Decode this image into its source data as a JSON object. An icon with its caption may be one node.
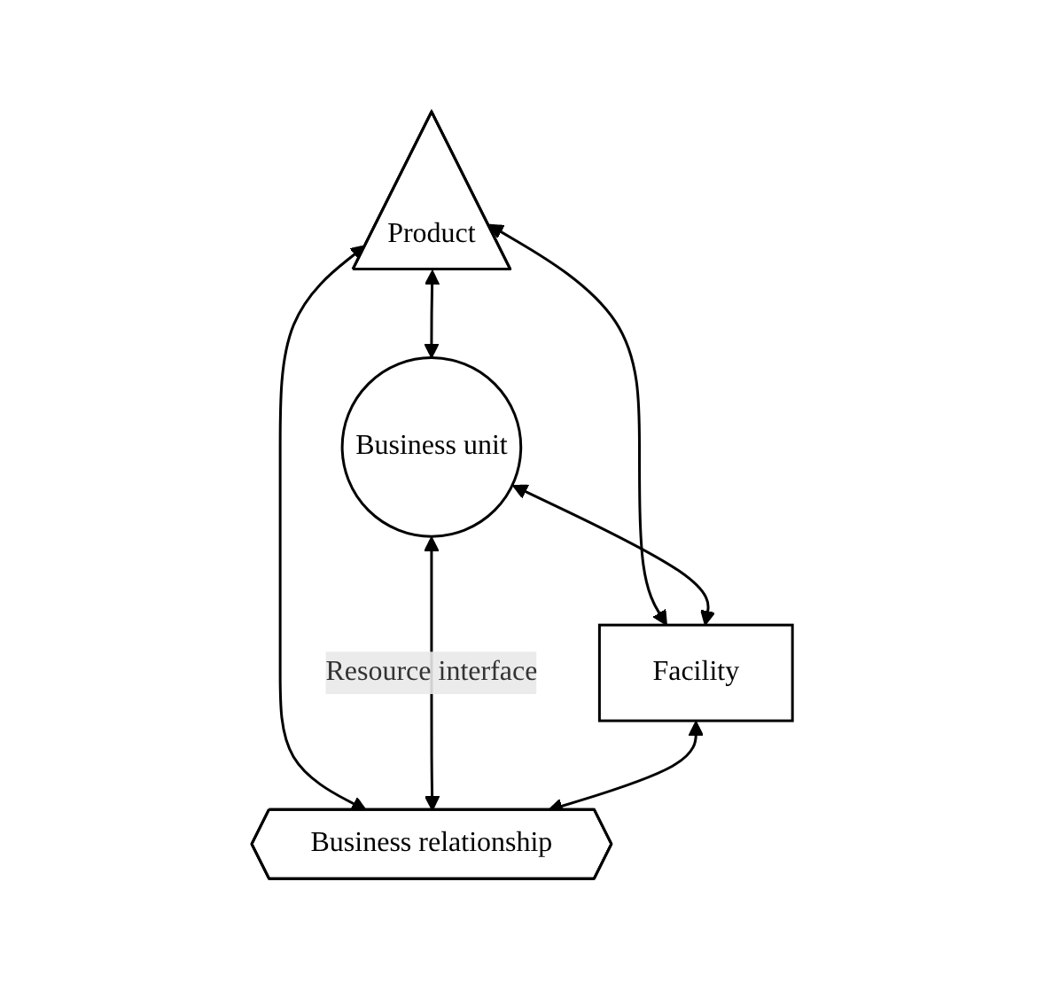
{
  "diagram": {
    "nodes": [
      {
        "text": [
          "Product"
        ]
      },
      {
        "text": [
          "Business unit"
        ]
      },
      {
        "text": [
          "Facility"
        ]
      },
      {
        "text": [
          "Business relationship"
        ]
      }
    ],
    "edges": [
      {
        "from": 0,
        "to": 1,
        "arrow": "both"
      },
      {
        "from": 0,
        "to": 2,
        "arrow": "both"
      },
      {
        "from": 0,
        "to": 3,
        "arrow": "both"
      },
      {
        "from": 1,
        "to": 2,
        "arrow": "both"
      },
      {
        "from": 1,
        "to": 3,
        "arrow": "both",
        "label": "Resource interface"
      },
      {
        "from": 2,
        "to": 3,
        "arrow": "both"
      }
    ]
  }
}
